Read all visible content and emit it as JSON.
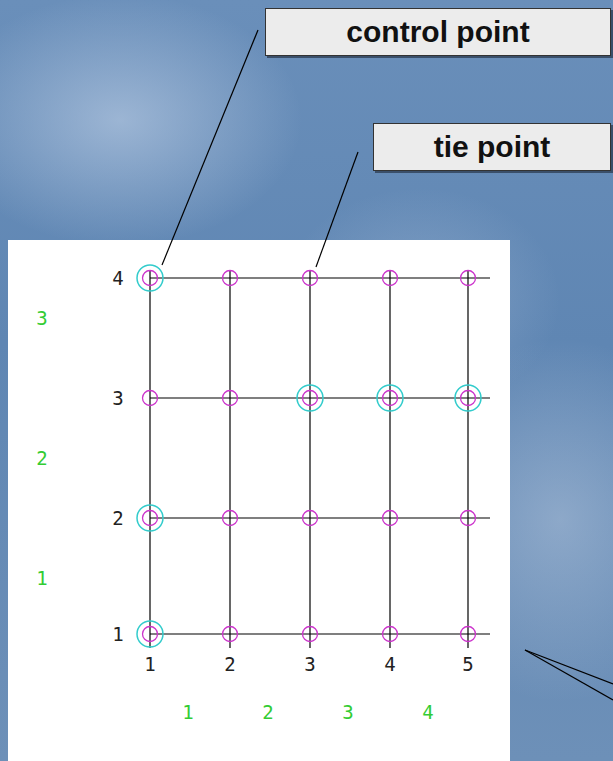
{
  "diagram": {
    "nodes": [
      {
        "text": [
          "control point"
        ]
      },
      {
        "text": [
          "tie point"
        ]
      }
    ],
    "labels": [
      "4",
      "3",
      "2",
      "1",
      "1",
      "2",
      "3",
      "4",
      "5",
      "3",
      "2",
      "1",
      "1",
      "2",
      "3",
      "4"
    ]
  }
}
